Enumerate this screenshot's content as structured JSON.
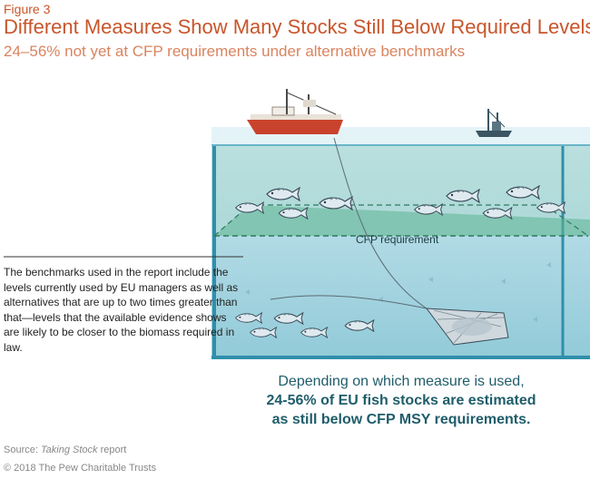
{
  "figure_label": "Figure 3",
  "title": "Different Measures Show Many Stocks Still Below Required Levels",
  "subtitle": "24–56% not yet at CFP requirements under alternative benchmarks",
  "diagram": {
    "threshold_label": "CFP requirement"
  },
  "note": "The benchmarks used in the report include the levels currently used by EU managers as well as alternatives that are up to two times greater than that—levels that the available evidence shows are likely to be closer to the biomass required in law.",
  "caption": {
    "line1": "Depending on which measure is used,",
    "line2": "24-56% of EU fish stocks are estimated",
    "line3": "as still below CFP MSY requirements."
  },
  "source": {
    "prefix": "Source: ",
    "report_name": "Taking Stock",
    "suffix": " report"
  },
  "copyright": "© 2018 The Pew Charitable Trusts",
  "colors": {
    "title": "#c8552b",
    "subtitle": "#d9845f",
    "water_light": "#d6ecf1",
    "water_mid": "#9fd0dd",
    "threshold_band": "#4fae8a",
    "caption": "#1f5d6a",
    "trawler_hull": "#c9432c"
  }
}
